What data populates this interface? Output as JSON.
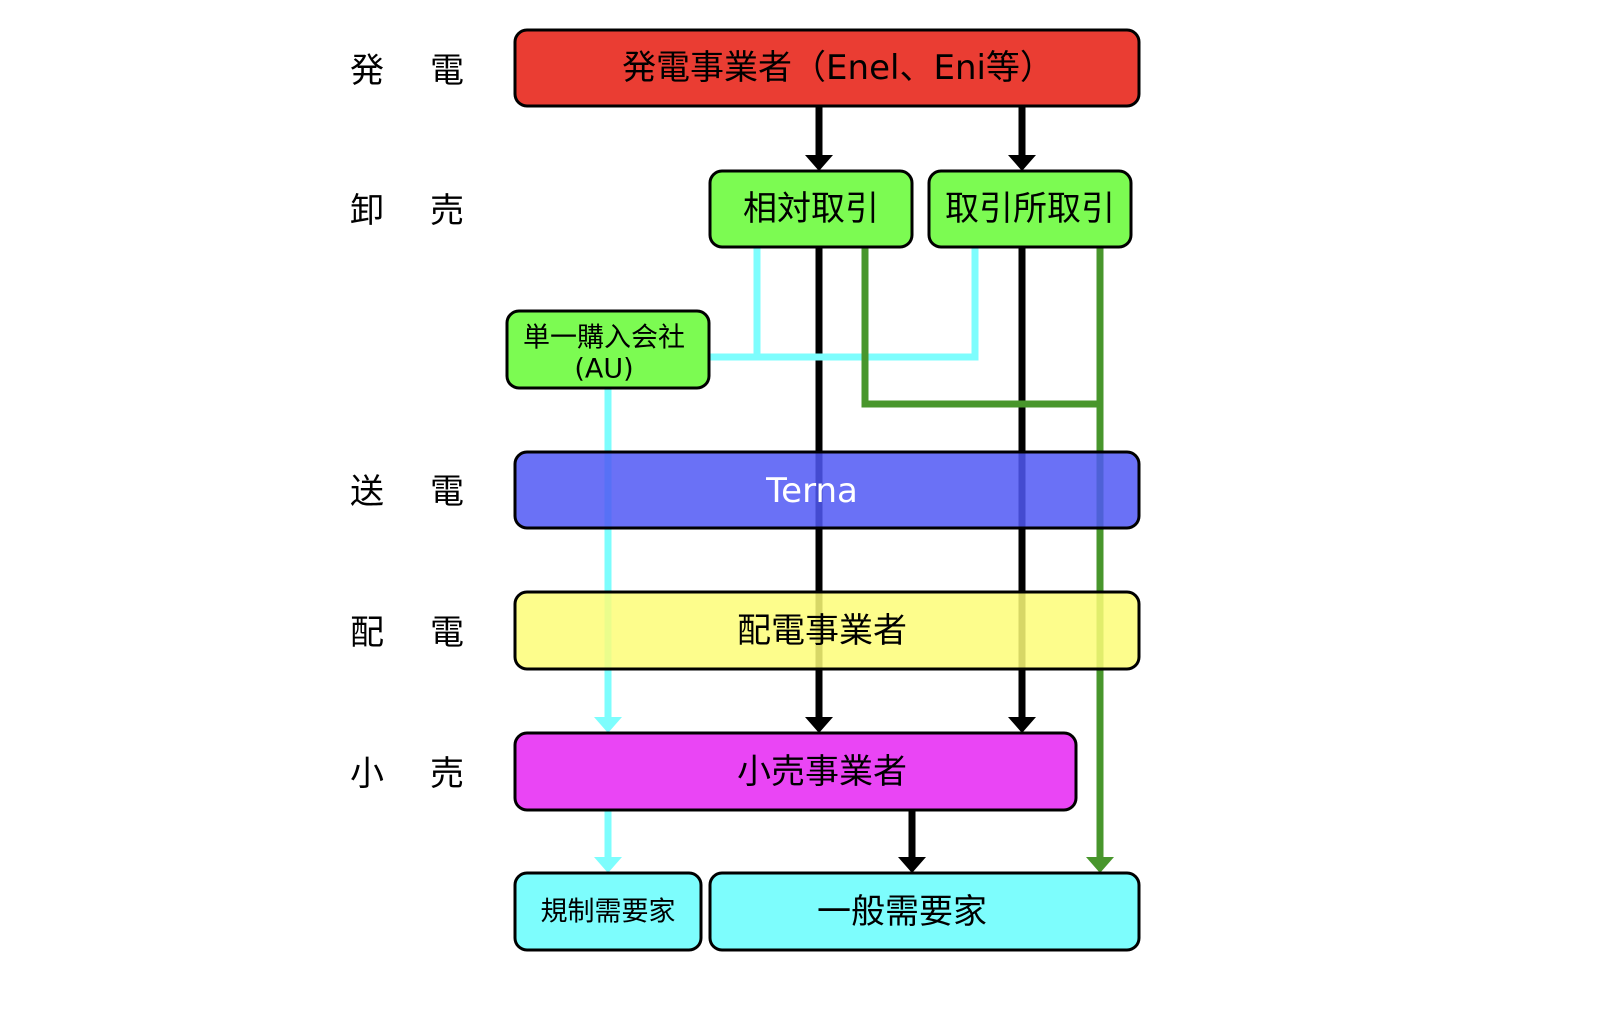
{
  "rows": {
    "generation": [
      "発",
      "電"
    ],
    "wholesale": [
      "卸",
      "売"
    ],
    "transmission": [
      "送",
      "電"
    ],
    "distribution": [
      "配",
      "電"
    ],
    "retail": [
      "小",
      "売"
    ]
  },
  "boxes": {
    "generator": "発電事業者（Enel、Eni等）",
    "bilateral": "相対取引",
    "exchange": "取引所取引",
    "au_line1": "単一購入会社",
    "au_line2": "(AU)",
    "terna": "Terna",
    "distributor": "配電事業者",
    "retailer": "小売事業者",
    "regulated": "規制需要家",
    "general": "一般需要家"
  },
  "colors": {
    "generator": "#EA3D33",
    "trade": "#7CFB52",
    "terna": "#5058F5",
    "distributor": "#FDFD78",
    "retailer": "#EA45F5",
    "customer": "#7DFDFD",
    "flow_black": "#000000",
    "flow_cyan": "#7DFDFD",
    "flow_green": "#48962C"
  }
}
